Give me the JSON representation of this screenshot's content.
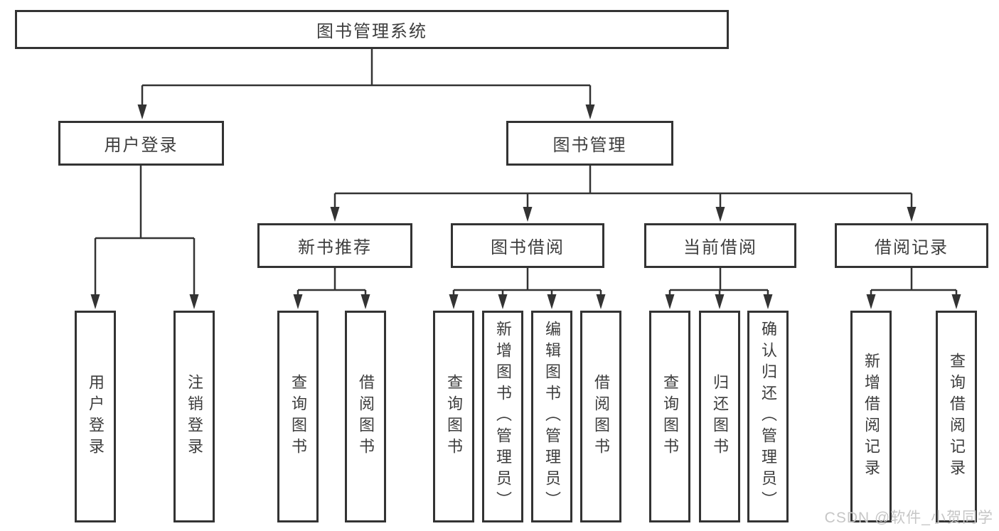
{
  "diagram": {
    "root": {
      "label": "图书管理系统"
    },
    "branches": [
      {
        "label": "用户登录",
        "children": [
          {
            "label": "用户登录"
          },
          {
            "label": "注销登录"
          }
        ]
      },
      {
        "label": "图书管理",
        "children": [
          {
            "label": "新书推荐",
            "children": [
              {
                "label": "查询图书"
              },
              {
                "label": "借阅图书"
              }
            ]
          },
          {
            "label": "图书借阅",
            "children": [
              {
                "label": "查询图书"
              },
              {
                "label": "新增图书（管理员）"
              },
              {
                "label": "编辑图书（管理员）"
              },
              {
                "label": "借阅图书"
              }
            ]
          },
          {
            "label": "当前借阅",
            "children": [
              {
                "label": "查询图书"
              },
              {
                "label": "归还图书"
              },
              {
                "label": "确认归还（管理员）"
              }
            ]
          },
          {
            "label": "借阅记录",
            "children": [
              {
                "label": "新增借阅记录"
              },
              {
                "label": "查询借阅记录"
              }
            ]
          }
        ]
      }
    ]
  },
  "watermark": {
    "text": "CSDN @软件_小贺同学"
  },
  "colors": {
    "line": "#333333",
    "box_background": "#ffffff",
    "text": "#3d3d3d",
    "watermark": "#c6c6c6"
  }
}
